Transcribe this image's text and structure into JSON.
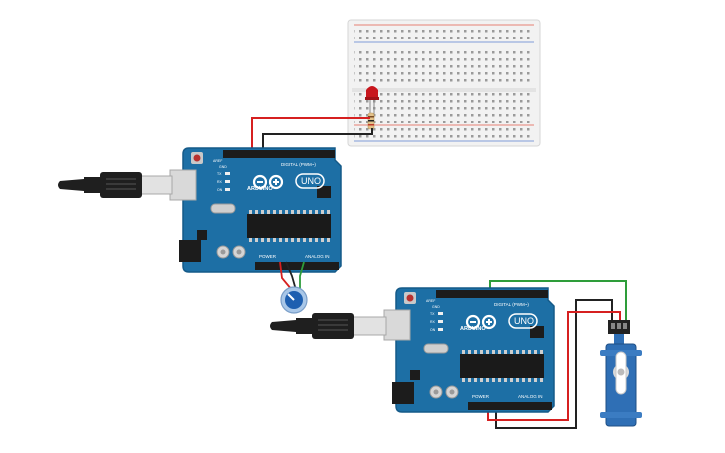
{
  "colors": {
    "board": "#1d6fa5",
    "board_edge": "#155a88",
    "breadboard": "#f2f2f2",
    "rail_red": "#e05a4a",
    "rail_blue": "#5a7fcf",
    "wire_red": "#d62020",
    "wire_black": "#222222",
    "wire_green": "#2e9d3a",
    "usb_cable": "#1f1f1f",
    "usb_plug": "#d9d9d9",
    "servo_body": "#2f6fb5",
    "led": "#c8161d",
    "pot_knob": "#1e5fb0"
  },
  "boards": [
    {
      "brand": "ARDUINO",
      "model": "UNO",
      "digital_label": "DIGITAL (PWM~)",
      "power_label": "POWER",
      "analog_label": "ANALOG IN",
      "aref": "AREF",
      "gnd": "GND",
      "tx": "TX",
      "rx": "RX",
      "on": "ON"
    },
    {
      "brand": "ARDUINO",
      "model": "UNO",
      "digital_label": "DIGITAL (PWM~)",
      "power_label": "POWER",
      "analog_label": "ANALOG IN",
      "aref": "AREF",
      "gnd": "GND",
      "tx": "TX",
      "rx": "RX",
      "on": "ON"
    }
  ],
  "icons": {
    "led": "led-icon",
    "resistor": "resistor-icon",
    "potentiometer": "potentiometer-icon",
    "servo": "servo-icon",
    "usb": "usb-cable-icon"
  }
}
